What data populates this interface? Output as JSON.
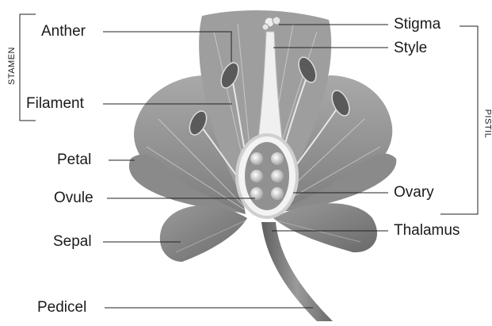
{
  "labels": {
    "anther": "Anther",
    "filament": "Filament",
    "petal": "Petal",
    "ovule": "Ovule",
    "sepal": "Sepal",
    "pedicel": "Pedicel",
    "stigma": "Stigma",
    "style": "Style",
    "ovary": "Ovary",
    "thalamus": "Thalamus"
  },
  "groups": {
    "stamen": "STAMEN",
    "pistil": "PISTIL"
  },
  "colors": {
    "petal": "#8c8c8c",
    "petal_light": "#b5b5b5",
    "sepal": "#7a7a7a",
    "stem": "#6e6e6e",
    "ovary_fill": "#f0f0f0",
    "ovule": "#c8c8c8",
    "leader": "#222222"
  }
}
